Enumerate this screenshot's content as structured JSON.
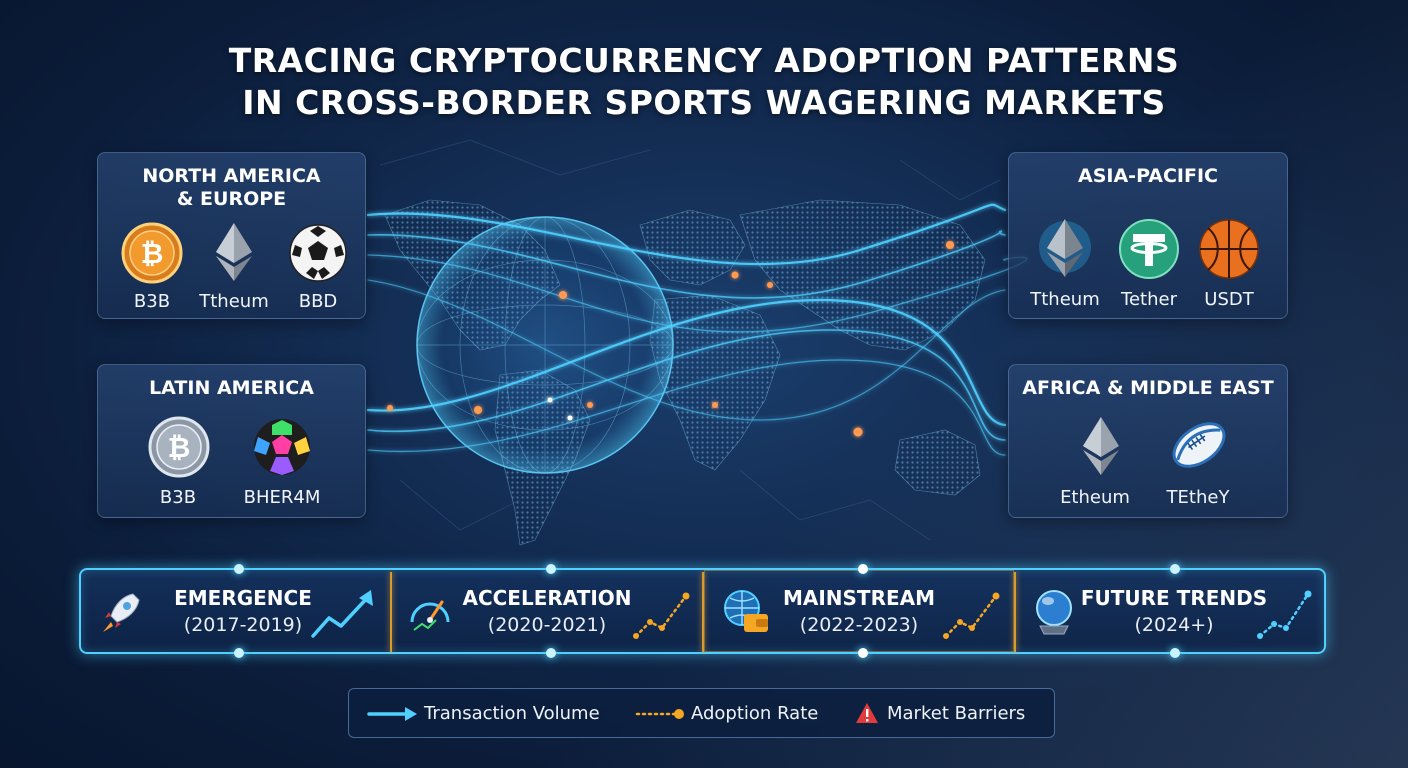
{
  "title": {
    "line1": "TRACING CRYPTOCURRENCY ADOPTION PATTERNS",
    "line2": "IN CROSS-BORDER SPORTS WAGERING MARKETS"
  },
  "regions": {
    "north_america_europe": {
      "title_line1": "NORTH AMERICA",
      "title_line2": "& EUROPE",
      "items": [
        {
          "label": "B3B",
          "icon": "bitcoin-coin-icon"
        },
        {
          "label": "Ttheum",
          "icon": "ethereum-icon"
        },
        {
          "label": "BBD",
          "icon": "soccer-ball-icon"
        }
      ]
    },
    "asia_pacific": {
      "title": "ASIA-PACIFIC",
      "items": [
        {
          "label": "Ttheum",
          "icon": "ethereum-icon"
        },
        {
          "label": "Tether",
          "icon": "tether-coin-icon"
        },
        {
          "label": "USDT",
          "icon": "basketball-icon"
        }
      ]
    },
    "latin_america": {
      "title": "LATIN AMERICA",
      "items": [
        {
          "label": "B3B",
          "icon": "bitcoin-coin-icon"
        },
        {
          "label": "BHER4M",
          "icon": "colorful-soccer-ball-icon"
        }
      ]
    },
    "africa_middle_east": {
      "title": "AFRICA & MIDDLE EAST",
      "items": [
        {
          "label": "Etheum",
          "icon": "ethereum-icon"
        },
        {
          "label": "TEtheY",
          "icon": "rugby-ball-icon"
        }
      ]
    }
  },
  "timeline": [
    {
      "title": "EMERGENCE",
      "years": "(2017-2019)",
      "icon": "rocket-icon"
    },
    {
      "title": "ACCELERATION",
      "years": "(2020-2021)",
      "icon": "speedometer-icon"
    },
    {
      "title": "MAINSTREAM",
      "years": "(2022-2023)",
      "icon": "globe-wallet-icon"
    },
    {
      "title": "FUTURE TRENDS",
      "years": "(2024+)",
      "icon": "crystal-ball-icon"
    }
  ],
  "legend": {
    "transaction_volume": "Transaction Volume",
    "adoption_rate": "Adoption Rate",
    "market_barriers": "Market Barriers"
  },
  "colors": {
    "accent_cyan": "#4fd0ff",
    "accent_orange": "#f5a623",
    "barrier_red": "#e23b3b",
    "background_navy": "#0b1d3a"
  }
}
